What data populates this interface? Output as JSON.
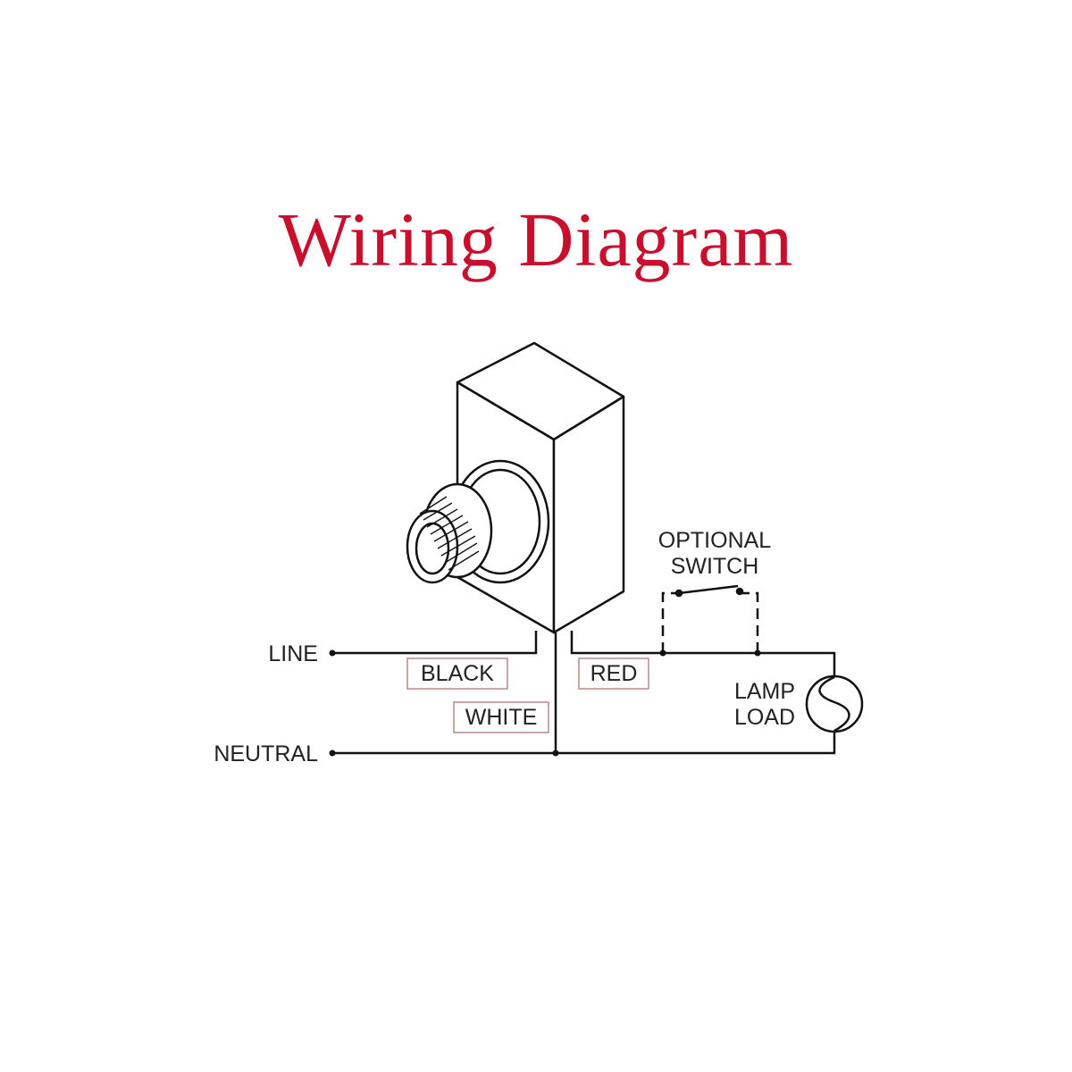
{
  "title": "Wiring Diagram",
  "colors": {
    "title": "#c8102e",
    "line": "#111111",
    "tag_border": "#b58a8a"
  },
  "labels": {
    "line": "LINE",
    "neutral": "NEUTRAL",
    "optional_switch_1": "OPTIONAL",
    "optional_switch_2": "SWITCH",
    "lamp_load_1": "LAMP",
    "lamp_load_2": "LOAD"
  },
  "wire_tags": {
    "black": "BLACK",
    "white": "WHITE",
    "red": "RED"
  },
  "icons": {
    "sensor": "photocell-sensor-icon",
    "lamp": "lamp-load-icon",
    "switch": "optional-switch-icon"
  }
}
